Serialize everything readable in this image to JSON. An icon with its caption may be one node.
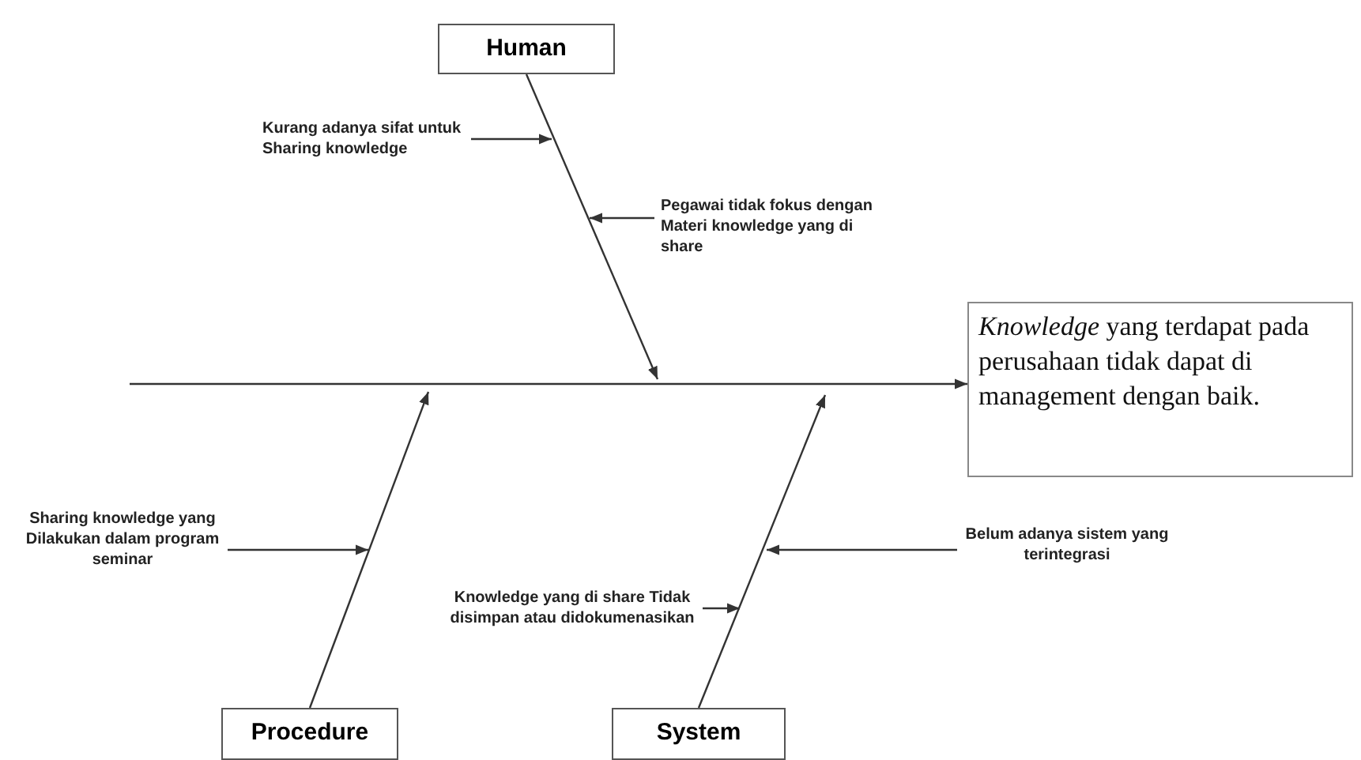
{
  "diagram": {
    "nodes": [
      {
        "text": [
          "Human"
        ]
      },
      {
        "text": [
          "Procedure"
        ]
      },
      {
        "text": [
          "System"
        ]
      },
      {
        "text": [
          "*Knowledge* yang terdapat pada perusahaan tidak dapat di management dengan baik."
        ]
      },
      {
        "text": [
          "Kurang adanya sifat untuk Sharing knowledge"
        ]
      },
      {
        "text": [
          "Pegawai tidak fokus dengan Materi knowledge yang di share"
        ]
      },
      {
        "text": [
          "Sharing knowledge yang Dilakukan dalam program seminar"
        ]
      },
      {
        "text": [
          "Belum adanya sistem yang terintegrasi"
        ]
      },
      {
        "text": [
          "Knowledge yang di share Tidak disimpan atau didokumenasikan"
        ]
      }
    ],
    "edges": [
      {
        "from": null,
        "to": 3,
        "arrow": "to"
      },
      {
        "from": 0,
        "to": null,
        "arrow": "to"
      },
      {
        "from": 1,
        "to": null,
        "arrow": "to"
      },
      {
        "from": 2,
        "to": null,
        "arrow": "to"
      },
      {
        "from": 4,
        "to": null,
        "arrow": "to"
      },
      {
        "from": 5,
        "to": null,
        "arrow": "to"
      },
      {
        "from": 6,
        "to": null,
        "arrow": "to"
      },
      {
        "from": 7,
        "to": null,
        "arrow": "to"
      },
      {
        "from": 8,
        "to": null,
        "arrow": "to"
      }
    ]
  }
}
